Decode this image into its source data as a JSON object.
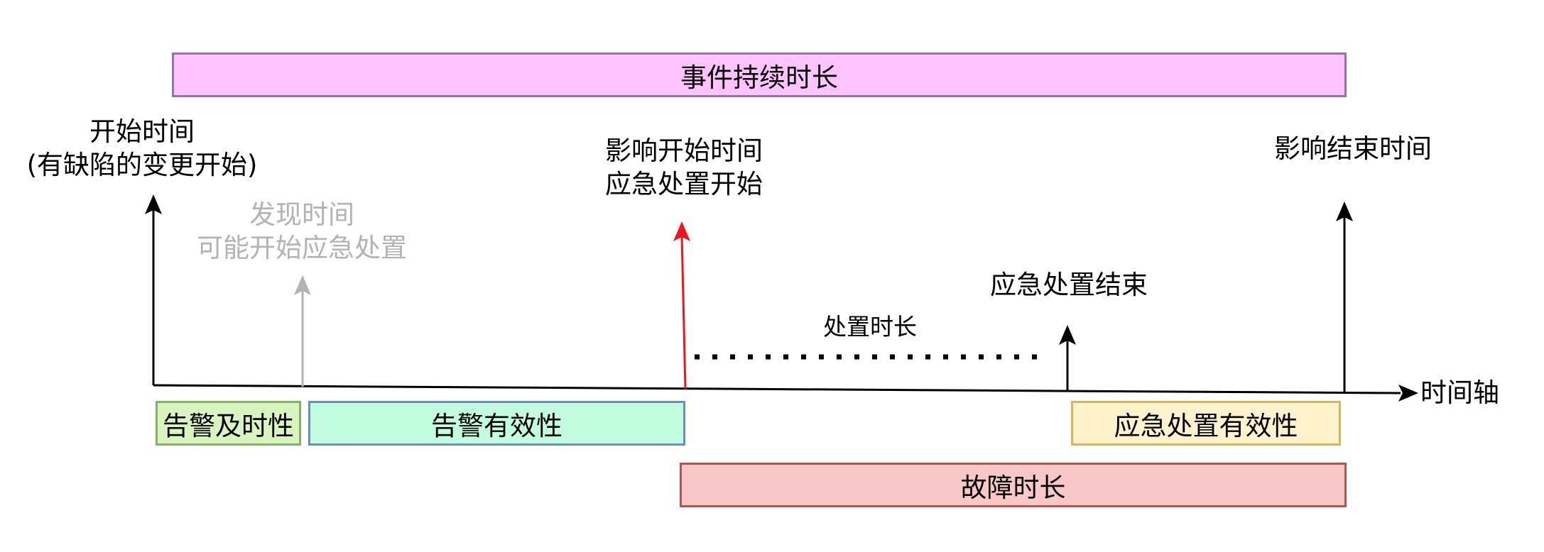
{
  "colors": {
    "black": "#000000",
    "red": "#f0141e",
    "gray": "#b3b3b3",
    "event_fill": "#ffc4ff",
    "event_border": "#9673a6",
    "timely_fill": "#d8f5c0",
    "timely_border": "#82b366",
    "alert_fill": "#c3fde0",
    "alert_border": "#6c8ebf",
    "response_fill": "#fff2cc",
    "response_border": "#d6b656",
    "fault_fill": "#f8c8c8",
    "fault_border": "#b85450"
  },
  "boxes": {
    "event_duration": "事件持续时长",
    "alert_timeliness": "告警及时性",
    "alert_effectiveness": "告警有效性",
    "response_effectiveness": "应急处置有效性",
    "fault_duration": "故障时长"
  },
  "labels": {
    "start_time": {
      "line1": "开始时间",
      "line2": "(有缺陷的变更开始)"
    },
    "discovery_time": {
      "line1": "发现时间",
      "line2": "可能开始应急处置"
    },
    "impact_start": {
      "line1": "影响开始时间",
      "line2": "应急处置开始"
    },
    "impact_end": "影响结束时间",
    "response_end": "应急处置结束",
    "response_duration": "处置时长",
    "time_axis": "时间轴"
  }
}
